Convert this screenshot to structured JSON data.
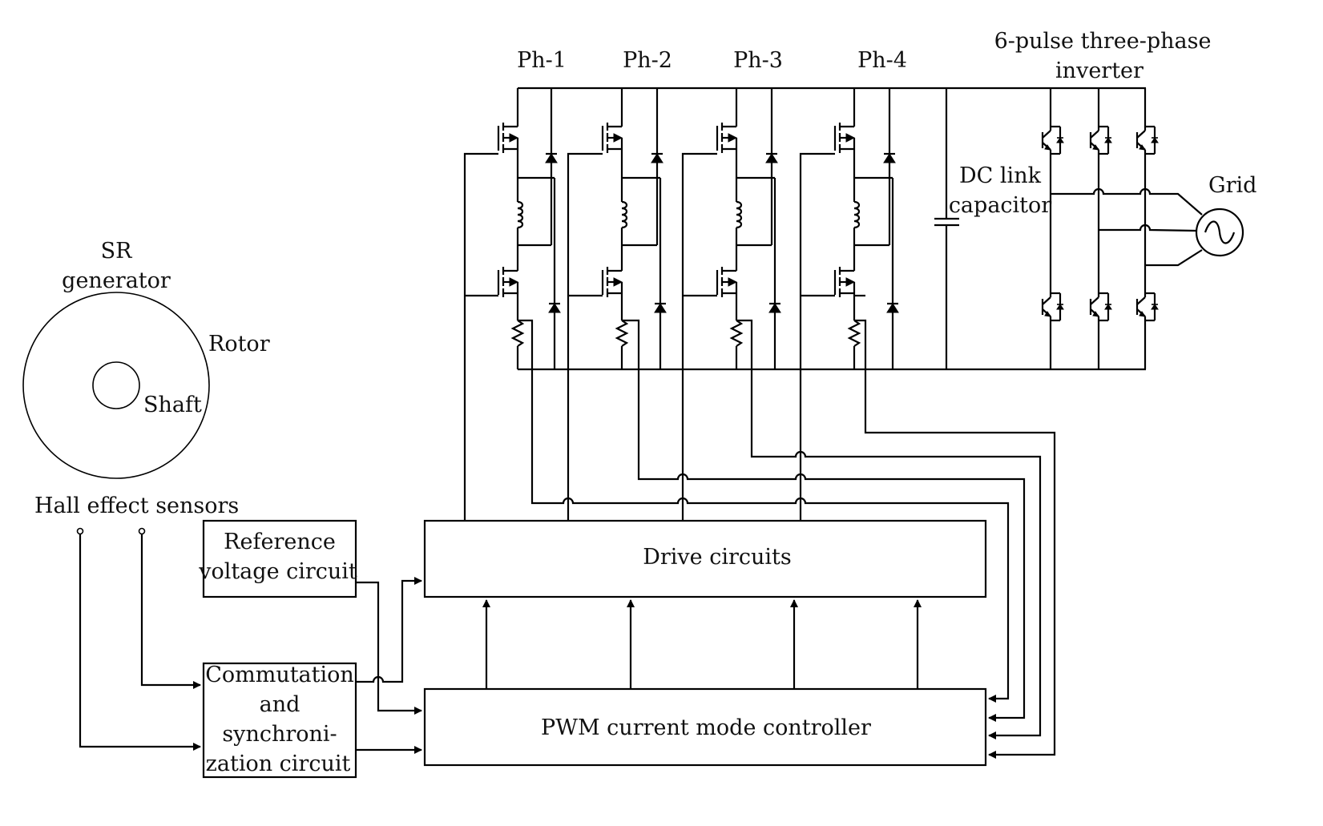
{
  "diagram": {
    "title": "SR generator drive with 4-phase converter and 6-pulse three-phase grid inverter",
    "labels": {
      "ph1": "Ph-1",
      "ph2": "Ph-2",
      "ph3": "Ph-3",
      "ph4": "Ph-4",
      "inverter_line1": "6-pulse three-phase",
      "inverter_line2": "inverter",
      "dc_link_line1": "DC link",
      "dc_link_line2": "capacitor",
      "grid": "Grid",
      "sr_line1": "SR",
      "sr_line2": "generator",
      "rotor": "Rotor",
      "shaft": "Shaft",
      "hall_sensors": "Hall effect sensors"
    },
    "blocks": {
      "reference_line1": "Reference",
      "reference_line2": "voltage circuit",
      "commutation_line1": "Commutation",
      "commutation_line2": "and",
      "commutation_line3": "synchroni-",
      "commutation_line4": "zation circuit",
      "drive": "Drive circuits",
      "pwm": "PWM current mode controller"
    },
    "components": {
      "phase_legs": 4,
      "mosfets_per_phase": 2,
      "diodes_per_phase": 2,
      "igbt_switches": 6,
      "hall_sensors": 2
    }
  }
}
